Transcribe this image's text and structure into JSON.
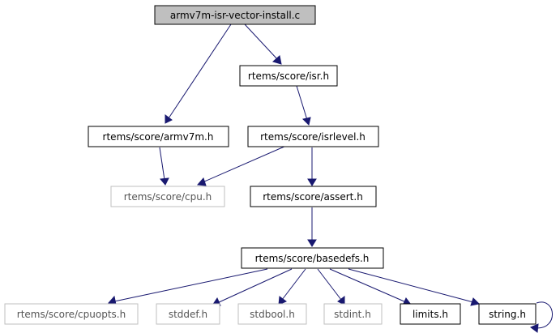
{
  "graph": {
    "colors": {
      "edge": "#191970",
      "root_fill": "#bfbfbf",
      "node_border": "#000000",
      "missing_border": "#bfbfbf",
      "background": "#ffffff"
    },
    "nodes": {
      "root": "armv7m-isr-vector-install.c",
      "isr": "rtems/score/isr.h",
      "armv7m": "rtems/score/armv7m.h",
      "isrlevel": "rtems/score/isrlevel.h",
      "cpu": "rtems/score/cpu.h",
      "assert": "rtems/score/assert.h",
      "basedefs": "rtems/score/basedefs.h",
      "cpuopts": "rtems/score/cpuopts.h",
      "stddef": "stddef.h",
      "stdbool": "stdbool.h",
      "stdint": "stdint.h",
      "limits": "limits.h",
      "string": "string.h"
    },
    "edges": [
      [
        "root",
        "isr"
      ],
      [
        "root",
        "armv7m"
      ],
      [
        "isr",
        "isrlevel"
      ],
      [
        "armv7m",
        "cpu"
      ],
      [
        "isrlevel",
        "cpu"
      ],
      [
        "isrlevel",
        "assert"
      ],
      [
        "assert",
        "basedefs"
      ],
      [
        "basedefs",
        "cpuopts"
      ],
      [
        "basedefs",
        "stddef"
      ],
      [
        "basedefs",
        "stdbool"
      ],
      [
        "basedefs",
        "stdint"
      ],
      [
        "basedefs",
        "limits"
      ],
      [
        "basedefs",
        "string"
      ],
      [
        "string",
        "string"
      ]
    ]
  }
}
